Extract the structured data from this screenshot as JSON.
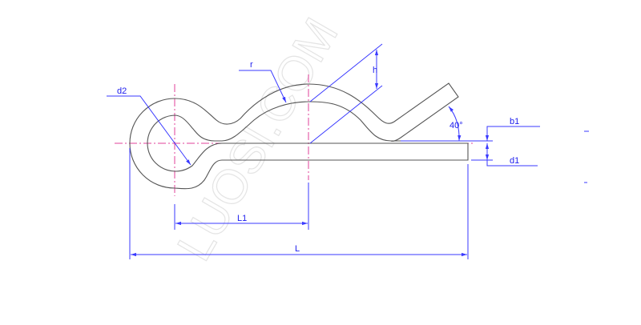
{
  "watermark": "LUOSI.COM",
  "labels": {
    "d2": "d2",
    "r": "r",
    "h": "h",
    "angle": "40°",
    "b1": "b1",
    "d1": "d1",
    "L1": "L1",
    "L": "L"
  },
  "colors": {
    "outline": "#555555",
    "dimension": "#3a3aff",
    "centerline": "#e0409a"
  }
}
